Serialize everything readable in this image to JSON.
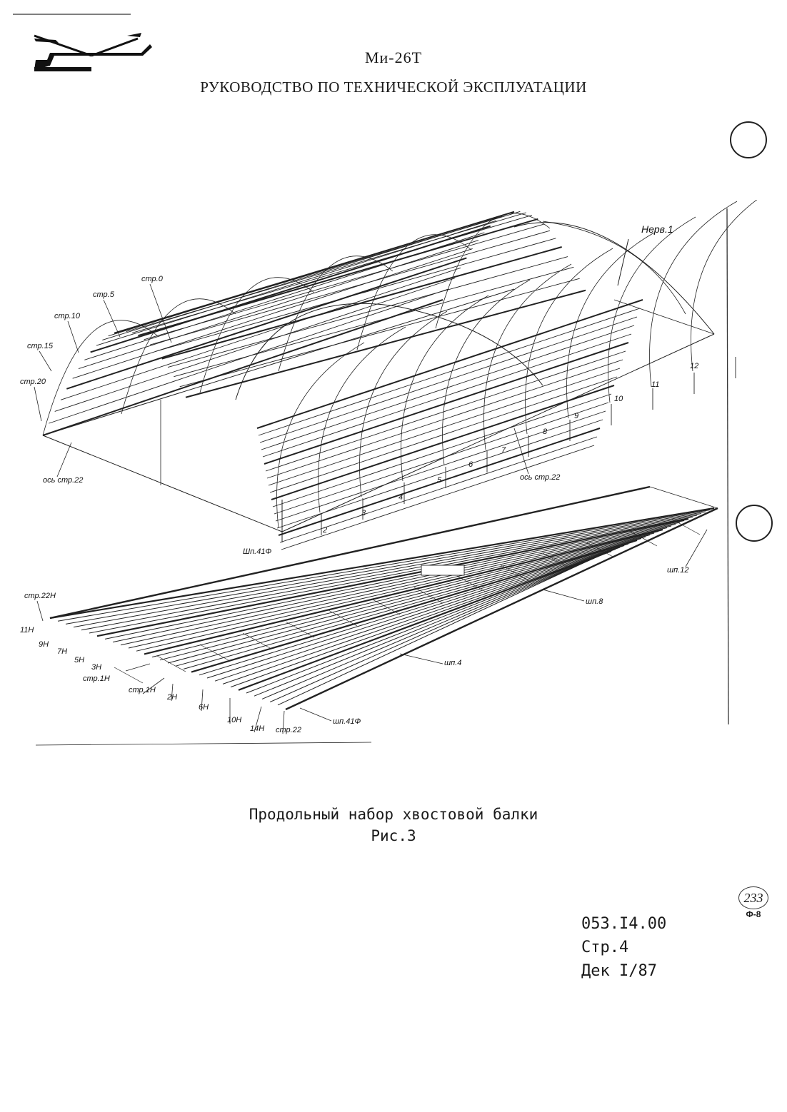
{
  "header": {
    "model": "Ми-26Т",
    "title": "РУКОВОДСТВО ПО ТЕХНИЧЕСКОЙ ЭКСПЛУАТАЦИИ"
  },
  "logo": {
    "icon": "helicopter-logo-icon"
  },
  "upper_labels": {
    "ner1": "Нерв.1",
    "str0": "стр.0",
    "str5": "стр.5",
    "str10": "стр.10",
    "str15": "стр.15",
    "str20": "стр.20",
    "os_left": "ось стр.22",
    "os_right": "ось стр.22",
    "shp41f": "Шп.41Ф",
    "f2": "2",
    "f3": "3",
    "f4": "4",
    "f5": "5",
    "f6": "6",
    "f7": "7",
    "f8": "8",
    "f9": "9",
    "f10": "10",
    "f11": "11",
    "f12": "12"
  },
  "lower_labels": {
    "str22h": "стр.22Н",
    "n11": "11Н",
    "n9": "9Н",
    "n7": "7Н",
    "n5": "5Н",
    "n3": "3Н",
    "str1h_a": "стр.1Н",
    "str1h_b": "стр.1Н",
    "n2": "2Н",
    "n6": "6Н",
    "n10": "10Н",
    "n14": "14Н",
    "str22": "стр.22",
    "shp41f": "шп.41Ф",
    "shp4": "шп.4",
    "shp8": "шп.8",
    "shp12": "шп.12"
  },
  "caption": {
    "line1": "Продольный набор хвостовой балки",
    "line2": "Рис.3"
  },
  "footer": {
    "code": "053.I4.00",
    "page": "Стр.4",
    "date": "Дек I/87"
  },
  "stamp": {
    "number": "233",
    "sub": "Ф-8"
  }
}
